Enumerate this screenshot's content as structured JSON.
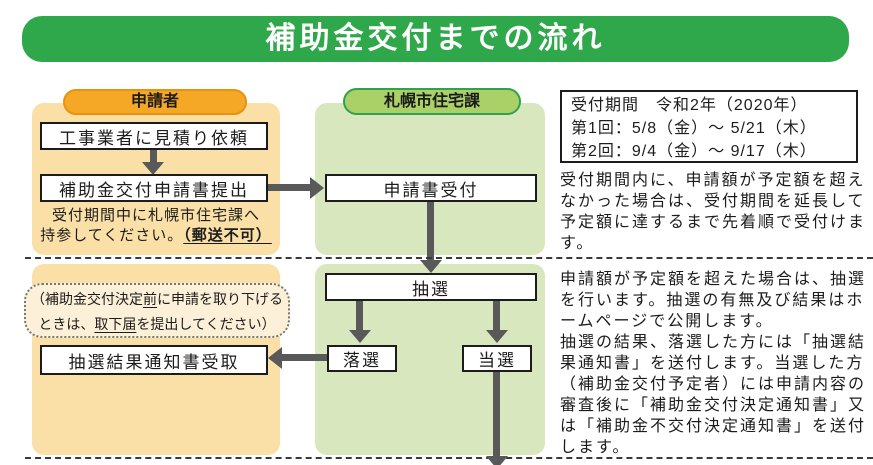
{
  "title": "補助金交付までの流れ",
  "applicant": {
    "label": "申請者",
    "request_quote": "工事業者に見積り依頼",
    "submit_application": "補助金交付申請書提出",
    "submit_note": {
      "line1": "受付期間中に札幌市住宅課へ",
      "line2_pre": "持参してください。",
      "line2_underlined": "（郵送不可）"
    },
    "withdraw_note": {
      "l1_pre": "（補助金交付決定",
      "l1_underlined": "前",
      "l1_post": "に申請を取り下げる",
      "l2_pre": "ときは、",
      "l2_underlined": "取下届",
      "l2_post": "を提出してください）"
    },
    "receive_result": "抽選結果通知書受取"
  },
  "city": {
    "label": "札幌市住宅課",
    "accept": "申請書受付",
    "lottery": "抽選",
    "lose": "落選",
    "win": "当選"
  },
  "info": {
    "period": {
      "line1": "受付期間　令和2年（2020年）",
      "line2": "第1回：5/8（金）～ 5/21（木）",
      "line3": "第2回：9/4（金）～ 9/17（木）"
    },
    "para1": "受付期間内に、申請額が予定額を超えなかった場合は、受付期間を延長して予定額に達するまで先着順で受付けます。",
    "para2a": "申請額が予定額を超えた場合は、抽選を行います。抽選の有無及び結果はホームページで公開します。",
    "para2b": "抽選の結果、落選した方には「抽選結果通知書」を送付します。当選した方（補助金交付予定者）には申請内容の審査後に「補助金交付決定通知書」又は「補助金不交付決定通知書」を送付します。"
  },
  "colors": {
    "header_green": "#2FA74B",
    "orange_label": "#F5A826",
    "orange_border": "#E8920E",
    "orange_panel": "#FADFA6",
    "green_label": "#A9D168",
    "green_border": "#33A04D",
    "green_panel": "#D8E7BD",
    "arrow": "#595959",
    "ink": "#1C1C1C",
    "dash": "#3A3A3A",
    "note_bg": "#FCF0D8"
  }
}
